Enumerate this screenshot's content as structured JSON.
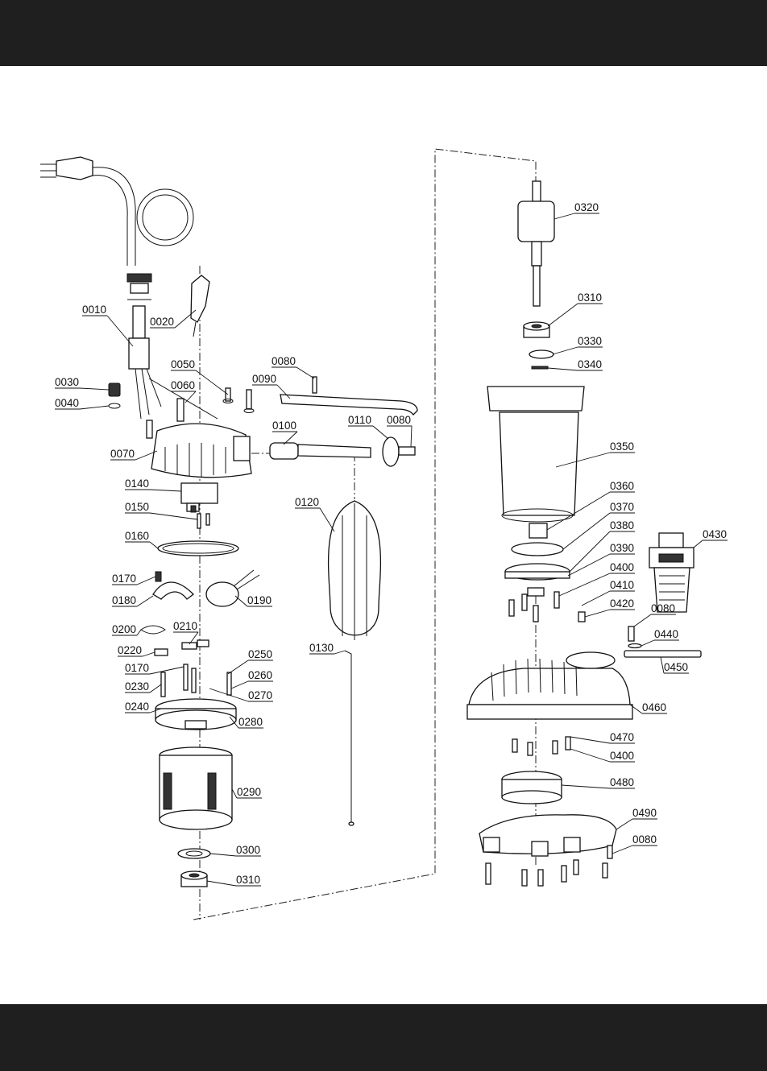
{
  "labels": [
    {
      "id": "0010",
      "text": "0010"
    },
    {
      "id": "0020",
      "text": "0020"
    },
    {
      "id": "0030",
      "text": "0030"
    },
    {
      "id": "0040",
      "text": "0040"
    },
    {
      "id": "0050",
      "text": "0050"
    },
    {
      "id": "0060",
      "text": "0060"
    },
    {
      "id": "0070",
      "text": "0070"
    },
    {
      "id": "0080a",
      "text": "0080"
    },
    {
      "id": "0090",
      "text": "0090"
    },
    {
      "id": "0100",
      "text": "0100"
    },
    {
      "id": "0110",
      "text": "0110"
    },
    {
      "id": "0080b",
      "text": "0080"
    },
    {
      "id": "0120",
      "text": "0120"
    },
    {
      "id": "0130",
      "text": "0130"
    },
    {
      "id": "0140",
      "text": "0140"
    },
    {
      "id": "0150",
      "text": "0150"
    },
    {
      "id": "0160",
      "text": "0160"
    },
    {
      "id": "0170a",
      "text": "0170"
    },
    {
      "id": "0180",
      "text": "0180"
    },
    {
      "id": "0190",
      "text": "0190"
    },
    {
      "id": "0200",
      "text": "0200"
    },
    {
      "id": "0210",
      "text": "0210"
    },
    {
      "id": "0220",
      "text": "0220"
    },
    {
      "id": "0170b",
      "text": "0170"
    },
    {
      "id": "0230",
      "text": "0230"
    },
    {
      "id": "0240",
      "text": "0240"
    },
    {
      "id": "0250",
      "text": "0250"
    },
    {
      "id": "0260",
      "text": "0260"
    },
    {
      "id": "0270",
      "text": "0270"
    },
    {
      "id": "0280",
      "text": "0280"
    },
    {
      "id": "0290",
      "text": "0290"
    },
    {
      "id": "0300",
      "text": "0300"
    },
    {
      "id": "0310a",
      "text": "0310"
    },
    {
      "id": "0320",
      "text": "0320"
    },
    {
      "id": "0310b",
      "text": "0310"
    },
    {
      "id": "0330",
      "text": "0330"
    },
    {
      "id": "0340",
      "text": "0340"
    },
    {
      "id": "0350",
      "text": "0350"
    },
    {
      "id": "0360",
      "text": "0360"
    },
    {
      "id": "0370",
      "text": "0370"
    },
    {
      "id": "0380",
      "text": "0380"
    },
    {
      "id": "0390",
      "text": "0390"
    },
    {
      "id": "0400a",
      "text": "0400"
    },
    {
      "id": "0410",
      "text": "0410"
    },
    {
      "id": "0420",
      "text": "0420"
    },
    {
      "id": "0430",
      "text": "0430"
    },
    {
      "id": "0080c",
      "text": "0080"
    },
    {
      "id": "0440",
      "text": "0440"
    },
    {
      "id": "0450",
      "text": "0450"
    },
    {
      "id": "0460",
      "text": "0460"
    },
    {
      "id": "0470",
      "text": "0470"
    },
    {
      "id": "0400b",
      "text": "0400"
    },
    {
      "id": "0480",
      "text": "0480"
    },
    {
      "id": "0490",
      "text": "0490"
    },
    {
      "id": "0080d",
      "text": "0080"
    }
  ],
  "colors": {
    "bar": "#1f1f1f",
    "line": "#111111",
    "background": "#ffffff"
  }
}
